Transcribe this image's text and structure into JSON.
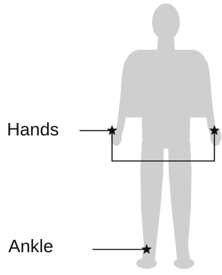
{
  "labels": {
    "hands": "Hands",
    "ankle": "Ankle"
  },
  "colors": {
    "silhouette": "#cfcfcf",
    "line": "#111111",
    "marker": "#111111",
    "background": "#ffffff"
  },
  "markers": [
    {
      "name": "hand-left-marker",
      "shape": "star"
    },
    {
      "name": "hand-right-marker",
      "shape": "star"
    },
    {
      "name": "ankle-marker",
      "shape": "star"
    }
  ]
}
